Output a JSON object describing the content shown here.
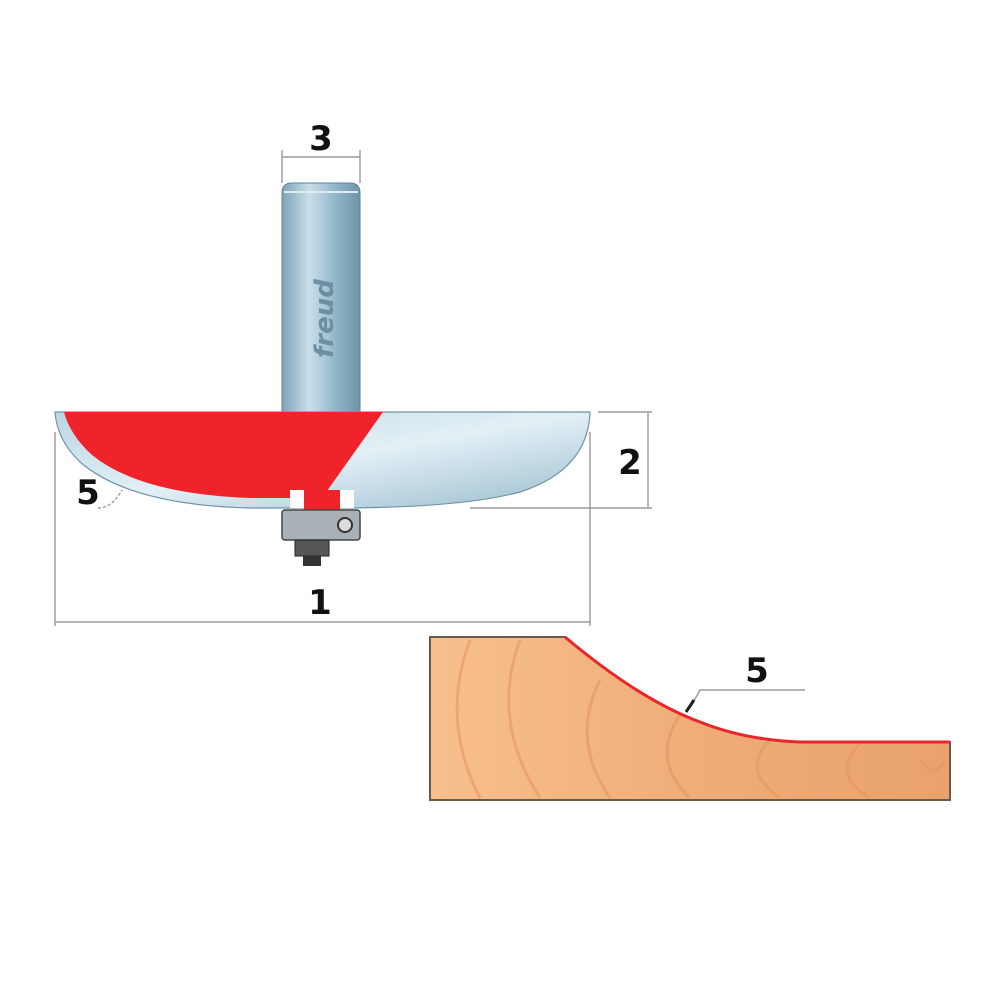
{
  "diagram": {
    "brand_logo": "freud",
    "labels": {
      "overall_diameter": "1",
      "cutting_height": "2",
      "shank_diameter": "3",
      "profile_radius_bit": "5",
      "profile_radius_wood": "5"
    },
    "colors": {
      "carbide_red": "#f0222a",
      "steel_blue": "#9fc2d4",
      "wood": "#f0b07a",
      "profile_edge": "#e8262c"
    }
  }
}
